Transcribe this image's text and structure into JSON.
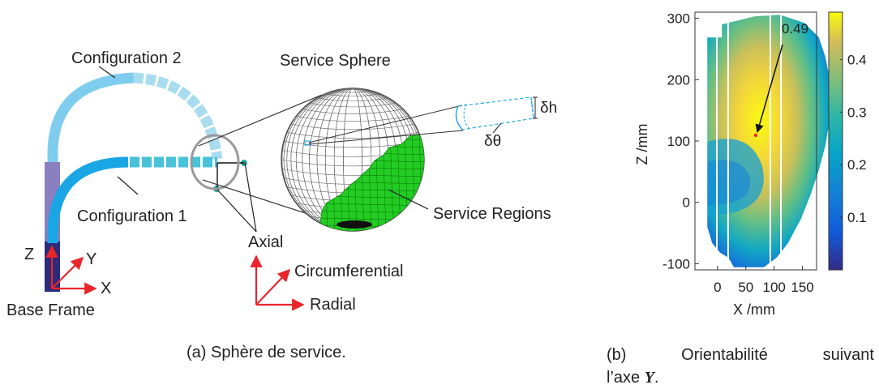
{
  "panel_a": {
    "labels": {
      "configuration_2": "Configuration 2",
      "configuration_1": "Configuration 1",
      "service_sphere": "Service Sphere",
      "service_regions": "Service Regions",
      "delta_h": "δh",
      "delta_theta": "δθ",
      "axial": "Axial",
      "circumferential": "Circumferential",
      "radial": "Radial",
      "axis_z": "Z",
      "axis_y": "Y",
      "axis_x": "X",
      "base_frame": "Base Frame"
    },
    "colors": {
      "configuration_2": "#7fcdee",
      "configuration_1": "#1aa6e4",
      "base_column_upper": "#8a7fc0",
      "base_column_lower": "#2c2a7a",
      "service_region": "#22cc22",
      "frame_arrows": "#e8262b",
      "joint_markers": "#2aa59a"
    }
  },
  "panel_b": {
    "annotation": "0.49",
    "chart_data": {
      "type": "heatmap",
      "xlabel": "X /mm",
      "ylabel": "Z /mm",
      "x_ticks": [
        "0",
        "50",
        "100",
        "150"
      ],
      "y_ticks": [
        "300",
        "200",
        "100",
        "0",
        "-100"
      ],
      "xlim": [
        -40,
        175
      ],
      "ylim": [
        -110,
        310
      ],
      "colorbar": {
        "ticks": [
          "0.4",
          "0.3",
          "0.2",
          "0.1"
        ],
        "range": [
          0,
          0.49
        ],
        "colormap": "parula"
      },
      "max_value": 0.49,
      "max_location": {
        "x": 75,
        "z": 110
      }
    }
  },
  "captions": {
    "a": "(a) Sphère de service.",
    "b_line1_part1": "(b)",
    "b_line1_part2": "Orientabilité",
    "b_line1_part3": "suivant",
    "b_line2_prefix": "l’axe ",
    "b_line2_var": "Y",
    "b_line2_suffix": "."
  }
}
